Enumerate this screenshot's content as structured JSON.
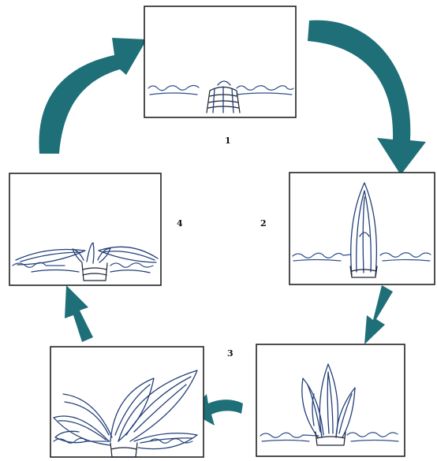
{
  "colors": {
    "arrow": "#1f6f78",
    "sketch": "#233f78",
    "frame": "#222222"
  },
  "steps": [
    {
      "label": "1"
    },
    {
      "label": "2"
    },
    {
      "label": "3"
    },
    {
      "label": "4"
    }
  ]
}
